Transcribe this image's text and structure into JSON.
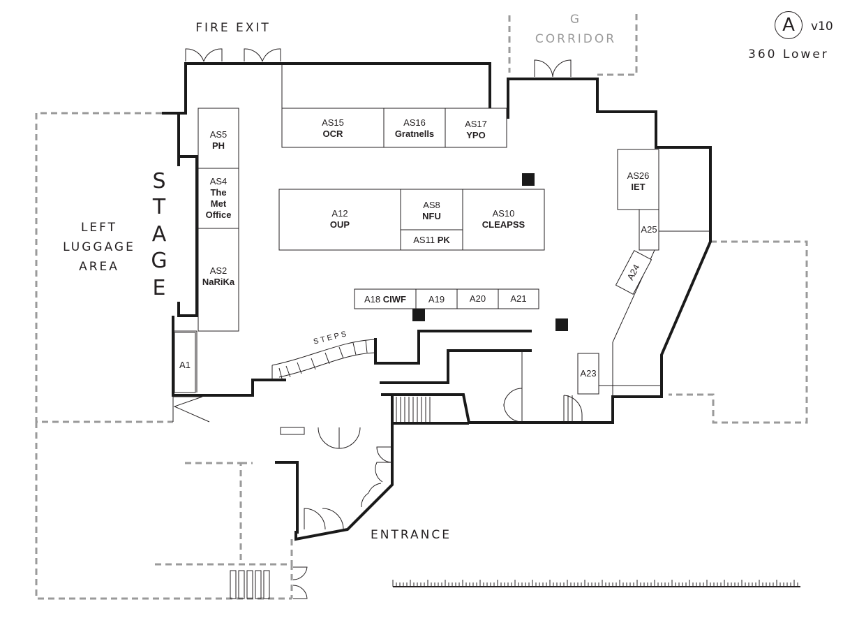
{
  "header": {
    "map_letter": "A",
    "version": "v10",
    "level": "360 Lower"
  },
  "areas": {
    "fire_exit": "FIRE EXIT",
    "g_corridor_line1": "G",
    "g_corridor_line2": "CORRIDOR",
    "left_luggage": [
      "LEFT",
      "LUGGAGE",
      "AREA"
    ],
    "stage_letters": [
      "S",
      "T",
      "A",
      "G",
      "E"
    ],
    "steps": "STEPS",
    "entrance": "ENTRANCE"
  },
  "stands": [
    {
      "code": "AS15",
      "name": "OCR"
    },
    {
      "code": "AS16",
      "name": "Gratnells"
    },
    {
      "code": "AS17",
      "name": "YPO"
    },
    {
      "code": "AS5",
      "name": "PH"
    },
    {
      "code": "AS4",
      "name": "The Met Office"
    },
    {
      "code": "AS2",
      "name": "NaRiKa"
    },
    {
      "code": "A12",
      "name": "OUP"
    },
    {
      "code": "AS8",
      "name": "NFU"
    },
    {
      "code": "AS11",
      "name": "PK"
    },
    {
      "code": "AS10",
      "name": "CLEAPSS"
    },
    {
      "code": "AS26",
      "name": "IET"
    },
    {
      "code": "A25",
      "name": ""
    },
    {
      "code": "A24",
      "name": ""
    },
    {
      "code": "A18",
      "name": "CIWF"
    },
    {
      "code": "A19",
      "name": ""
    },
    {
      "code": "A20",
      "name": ""
    },
    {
      "code": "A21",
      "name": ""
    },
    {
      "code": "A23",
      "name": ""
    },
    {
      "code": "A1",
      "name": ""
    }
  ],
  "colors": {
    "wall": "#1a1a1a",
    "dashed_boundary": "#9a9a9a",
    "text": "#231f20",
    "background": "#ffffff"
  }
}
